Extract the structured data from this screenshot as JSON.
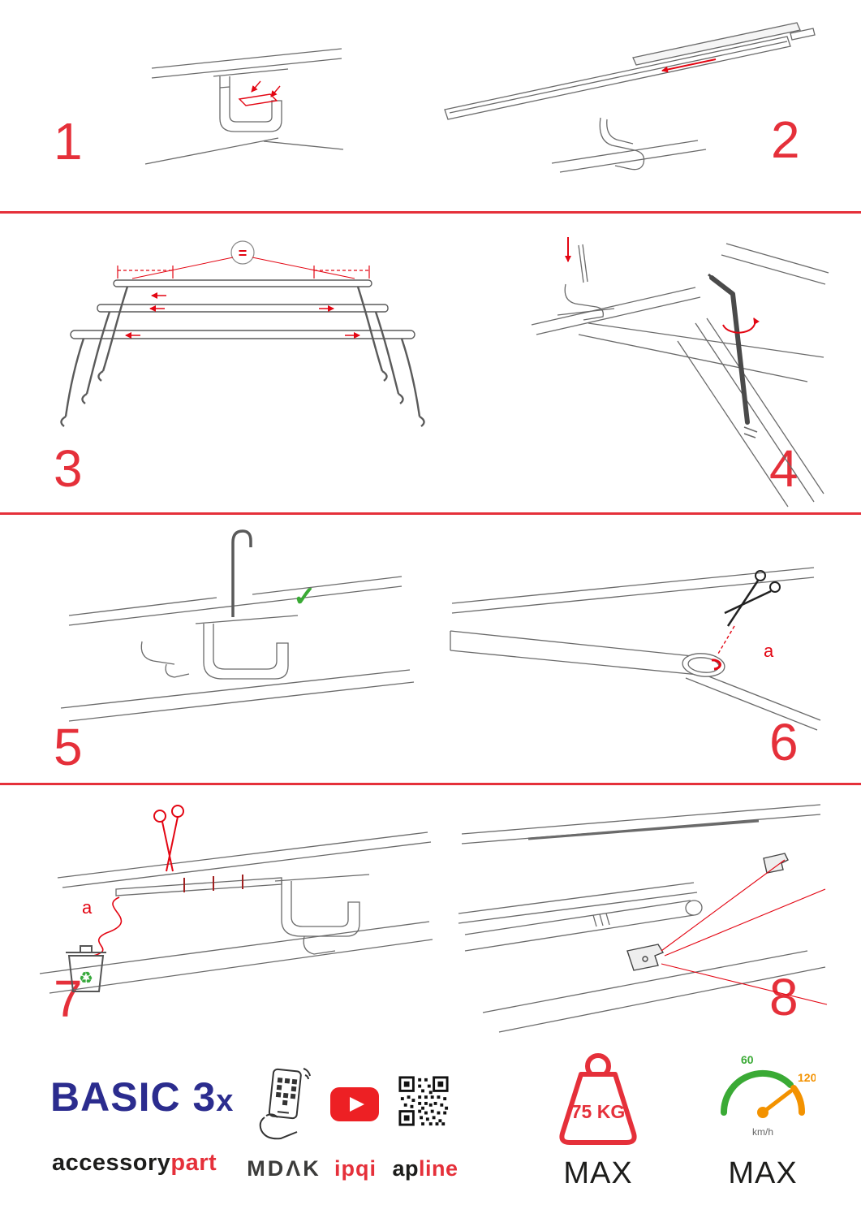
{
  "steps": [
    {
      "number": "1"
    },
    {
      "number": "2"
    },
    {
      "number": "3"
    },
    {
      "number": "4"
    },
    {
      "number": "5"
    },
    {
      "number": "6"
    },
    {
      "number": "7"
    },
    {
      "number": "8"
    }
  ],
  "annotations": {
    "equal": "=",
    "check": "✓",
    "label_a": "a",
    "recycle": "♻"
  },
  "footer": {
    "product": "BASIC 3",
    "product_suffix": "x",
    "brand_black": "accessory",
    "brand_red": "part",
    "mdak": "MDΛK",
    "ipqi": "ipqi",
    "apline_black": "ap",
    "apline_red": "line",
    "weight": "75 KG",
    "weight_max": "MAX",
    "speed_low": "60",
    "speed_high": "120",
    "speed_unit": "km/h",
    "speed_max": "MAX"
  },
  "colors": {
    "accent_red": "#e5303a",
    "arrow_red": "#e30613",
    "line_gray": "#5a5a5a",
    "navy_blue": "#2b2c8e",
    "green": "#3aaa35",
    "orange": "#f39200",
    "black": "#1d1d1b"
  }
}
